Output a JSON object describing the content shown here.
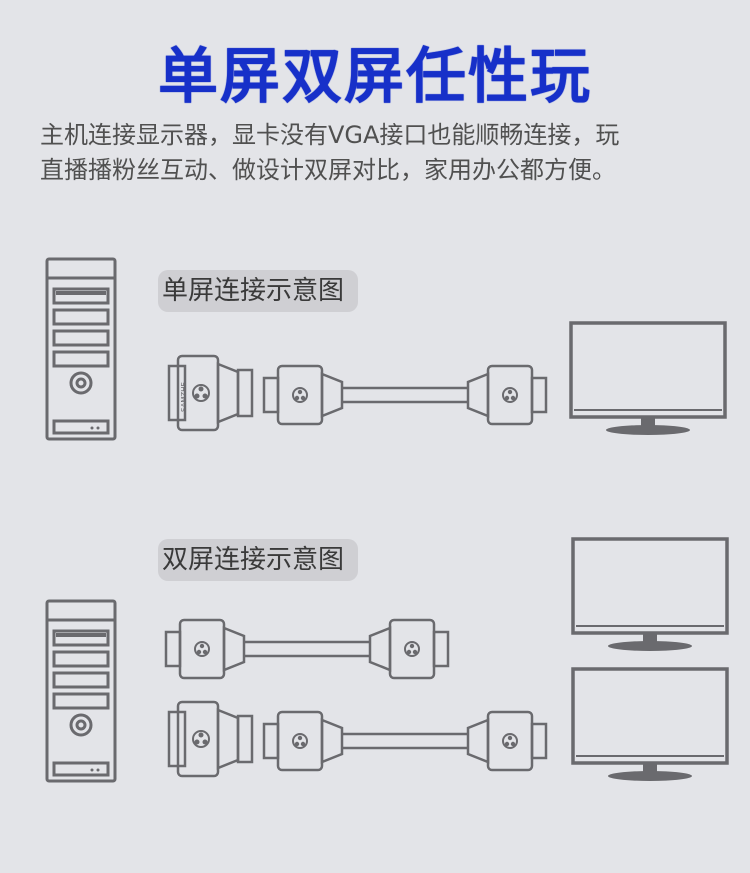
{
  "headline": "单屏双屏任性玩",
  "description": {
    "line1": "主机连接显示器，显卡没有VGA接口也能顺畅连接，玩",
    "line2": "直播播粉丝互动、做设计双屏对比，家用办公都方便。"
  },
  "single_screen": {
    "label": "单屏连接示意图"
  },
  "dual_screen": {
    "label": "双屏连接示意图"
  },
  "brand_mark": "SAMZHE",
  "colors": {
    "headline": "#1730c9",
    "background": "#e3e4e8",
    "line_art": "#6a6a6e",
    "label_bg": "#cfcfd3"
  },
  "icons": [
    "computer-tower-icon",
    "monitor-icon",
    "dvi-vga-adapter-icon",
    "vga-cable-icon"
  ]
}
